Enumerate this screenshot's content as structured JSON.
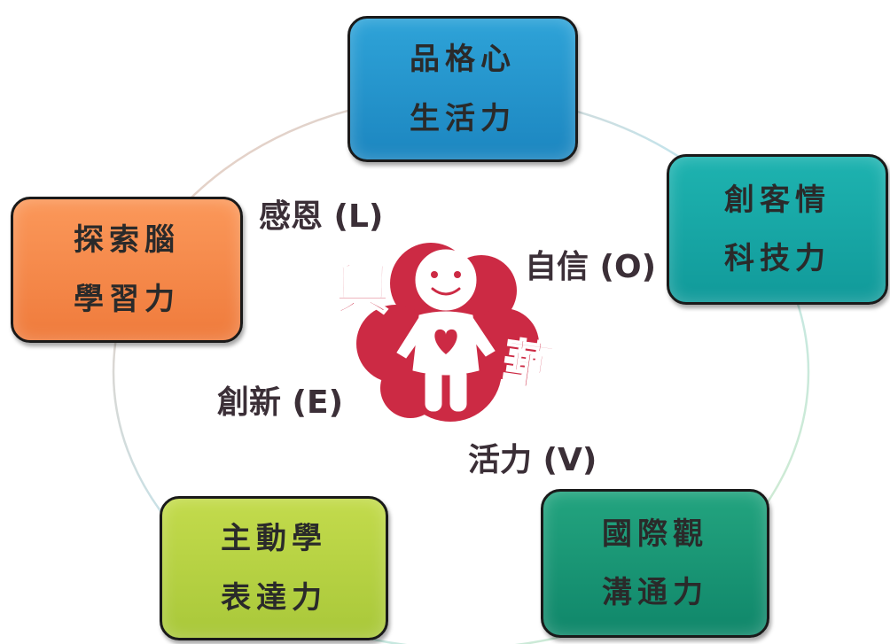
{
  "boxes": {
    "top": {
      "line1": "品格心",
      "line2": "生活力"
    },
    "right": {
      "line1": "創客情",
      "line2": "科技力"
    },
    "left": {
      "line1": "探索腦",
      "line2": "學習力"
    },
    "bottom_left": {
      "line1": "主動學",
      "line2": "表達力"
    },
    "bottom_right": {
      "line1": "國際觀",
      "line2": "溝通力"
    }
  },
  "values": {
    "love": "感恩 (L)",
    "optimism": "自信 (O)",
    "energy": "創新 (E)",
    "vitality": "活力 (V)"
  },
  "logo": {
    "char_left": "興",
    "char_right": "華"
  },
  "colors": {
    "top": "#1c86c0",
    "right": "#119a9a",
    "left": "#ef7b3c",
    "bottom_left": "#a9c83a",
    "bottom_right": "#10876a",
    "logo": "#cc2a44"
  }
}
